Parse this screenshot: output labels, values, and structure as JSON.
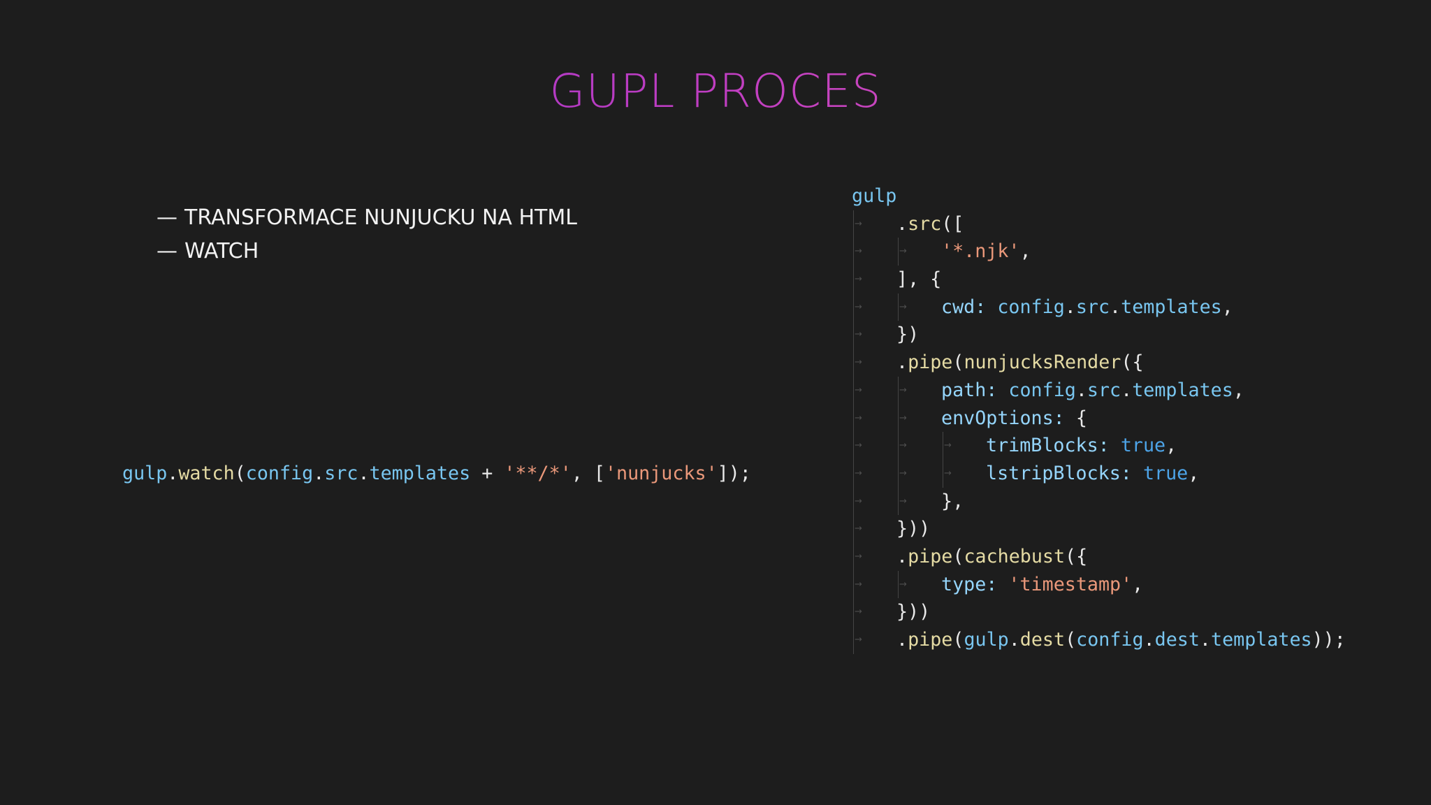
{
  "slide": {
    "title": "GUPL PROCES",
    "bullets": [
      {
        "dash": "—",
        "text": "TRANSFORMACE NUNJUCKU NA HTML"
      },
      {
        "dash": "—",
        "text": "WATCH"
      }
    ]
  },
  "watch_code": {
    "tokens": [
      {
        "text": "gulp",
        "cls": "ident"
      },
      {
        "text": ".",
        "cls": "pun"
      },
      {
        "text": "watch",
        "cls": "meth"
      },
      {
        "text": "(",
        "cls": "pun"
      },
      {
        "text": "config",
        "cls": "ident"
      },
      {
        "text": ".",
        "cls": "pun"
      },
      {
        "text": "src",
        "cls": "ident"
      },
      {
        "text": ".",
        "cls": "pun"
      },
      {
        "text": "templates",
        "cls": "ident"
      },
      {
        "text": " + ",
        "cls": "pun"
      },
      {
        "text": "'**/*'",
        "cls": "str"
      },
      {
        "text": ", [",
        "cls": "pun"
      },
      {
        "text": "'nunjucks'",
        "cls": "str"
      },
      {
        "text": "]);",
        "cls": "pun"
      }
    ]
  },
  "gulp_code": {
    "lines": [
      {
        "indent": 0,
        "tokens": [
          {
            "text": "gulp",
            "cls": "ident"
          }
        ]
      },
      {
        "indent": 1,
        "tokens": [
          {
            "text": ".",
            "cls": "pun"
          },
          {
            "text": "src",
            "cls": "meth"
          },
          {
            "text": "([",
            "cls": "pun"
          }
        ]
      },
      {
        "indent": 2,
        "tokens": [
          {
            "text": "'*.njk'",
            "cls": "str"
          },
          {
            "text": ",",
            "cls": "pun"
          }
        ]
      },
      {
        "indent": 1,
        "tokens": [
          {
            "text": "], {",
            "cls": "pun"
          }
        ]
      },
      {
        "indent": 2,
        "tokens": [
          {
            "text": "cwd:",
            "cls": "prop"
          },
          {
            "text": " ",
            "cls": "pun"
          },
          {
            "text": "config",
            "cls": "ident"
          },
          {
            "text": ".",
            "cls": "pun"
          },
          {
            "text": "src",
            "cls": "ident"
          },
          {
            "text": ".",
            "cls": "pun"
          },
          {
            "text": "templates",
            "cls": "ident"
          },
          {
            "text": ",",
            "cls": "pun"
          }
        ]
      },
      {
        "indent": 1,
        "tokens": [
          {
            "text": "})",
            "cls": "pun"
          }
        ]
      },
      {
        "indent": 1,
        "tokens": [
          {
            "text": ".",
            "cls": "pun"
          },
          {
            "text": "pipe",
            "cls": "meth"
          },
          {
            "text": "(",
            "cls": "pun"
          },
          {
            "text": "nunjucksRender",
            "cls": "meth"
          },
          {
            "text": "({",
            "cls": "pun"
          }
        ]
      },
      {
        "indent": 2,
        "tokens": [
          {
            "text": "path:",
            "cls": "prop"
          },
          {
            "text": " ",
            "cls": "pun"
          },
          {
            "text": "config",
            "cls": "ident"
          },
          {
            "text": ".",
            "cls": "pun"
          },
          {
            "text": "src",
            "cls": "ident"
          },
          {
            "text": ".",
            "cls": "pun"
          },
          {
            "text": "templates",
            "cls": "ident"
          },
          {
            "text": ",",
            "cls": "pun"
          }
        ]
      },
      {
        "indent": 2,
        "tokens": [
          {
            "text": "envOptions:",
            "cls": "prop"
          },
          {
            "text": " {",
            "cls": "pun"
          }
        ]
      },
      {
        "indent": 3,
        "tokens": [
          {
            "text": "trimBlocks:",
            "cls": "prop"
          },
          {
            "text": " ",
            "cls": "pun"
          },
          {
            "text": "true",
            "cls": "kw"
          },
          {
            "text": ",",
            "cls": "pun"
          }
        ]
      },
      {
        "indent": 3,
        "tokens": [
          {
            "text": "lstripBlocks:",
            "cls": "prop"
          },
          {
            "text": " ",
            "cls": "pun"
          },
          {
            "text": "true",
            "cls": "kw"
          },
          {
            "text": ",",
            "cls": "pun"
          }
        ]
      },
      {
        "indent": 2,
        "tokens": [
          {
            "text": "},",
            "cls": "pun"
          }
        ]
      },
      {
        "indent": 1,
        "tokens": [
          {
            "text": "}))",
            "cls": "pun"
          }
        ]
      },
      {
        "indent": 1,
        "tokens": [
          {
            "text": ".",
            "cls": "pun"
          },
          {
            "text": "pipe",
            "cls": "meth"
          },
          {
            "text": "(",
            "cls": "pun"
          },
          {
            "text": "cachebust",
            "cls": "meth"
          },
          {
            "text": "({",
            "cls": "pun"
          }
        ]
      },
      {
        "indent": 2,
        "tokens": [
          {
            "text": "type:",
            "cls": "prop"
          },
          {
            "text": " ",
            "cls": "pun"
          },
          {
            "text": "'timestamp'",
            "cls": "str"
          },
          {
            "text": ",",
            "cls": "pun"
          }
        ]
      },
      {
        "indent": 1,
        "tokens": [
          {
            "text": "}))",
            "cls": "pun"
          }
        ]
      },
      {
        "indent": 1,
        "tokens": [
          {
            "text": ".",
            "cls": "pun"
          },
          {
            "text": "pipe",
            "cls": "meth"
          },
          {
            "text": "(",
            "cls": "pun"
          },
          {
            "text": "gulp",
            "cls": "ident"
          },
          {
            "text": ".",
            "cls": "pun"
          },
          {
            "text": "dest",
            "cls": "meth"
          },
          {
            "text": "(",
            "cls": "pun"
          },
          {
            "text": "config",
            "cls": "ident"
          },
          {
            "text": ".",
            "cls": "pun"
          },
          {
            "text": "dest",
            "cls": "ident"
          },
          {
            "text": ".",
            "cls": "pun"
          },
          {
            "text": "templates",
            "cls": "ident"
          },
          {
            "text": "));",
            "cls": "pun"
          }
        ]
      }
    ]
  },
  "colors": {
    "background": "#1d1d1d",
    "title_gradient_start": "#8a30c6",
    "title_gradient_end": "#dd5cad",
    "bullet_text": "#f2f2f2",
    "code_identifier": "#79c6f0",
    "code_method": "#e5dba4",
    "code_string": "#ea987a",
    "code_property": "#95d5fb",
    "code_keyword": "#4da4e8"
  },
  "icons": {
    "indent_guide_arrow": "tab-arrow-icon"
  }
}
